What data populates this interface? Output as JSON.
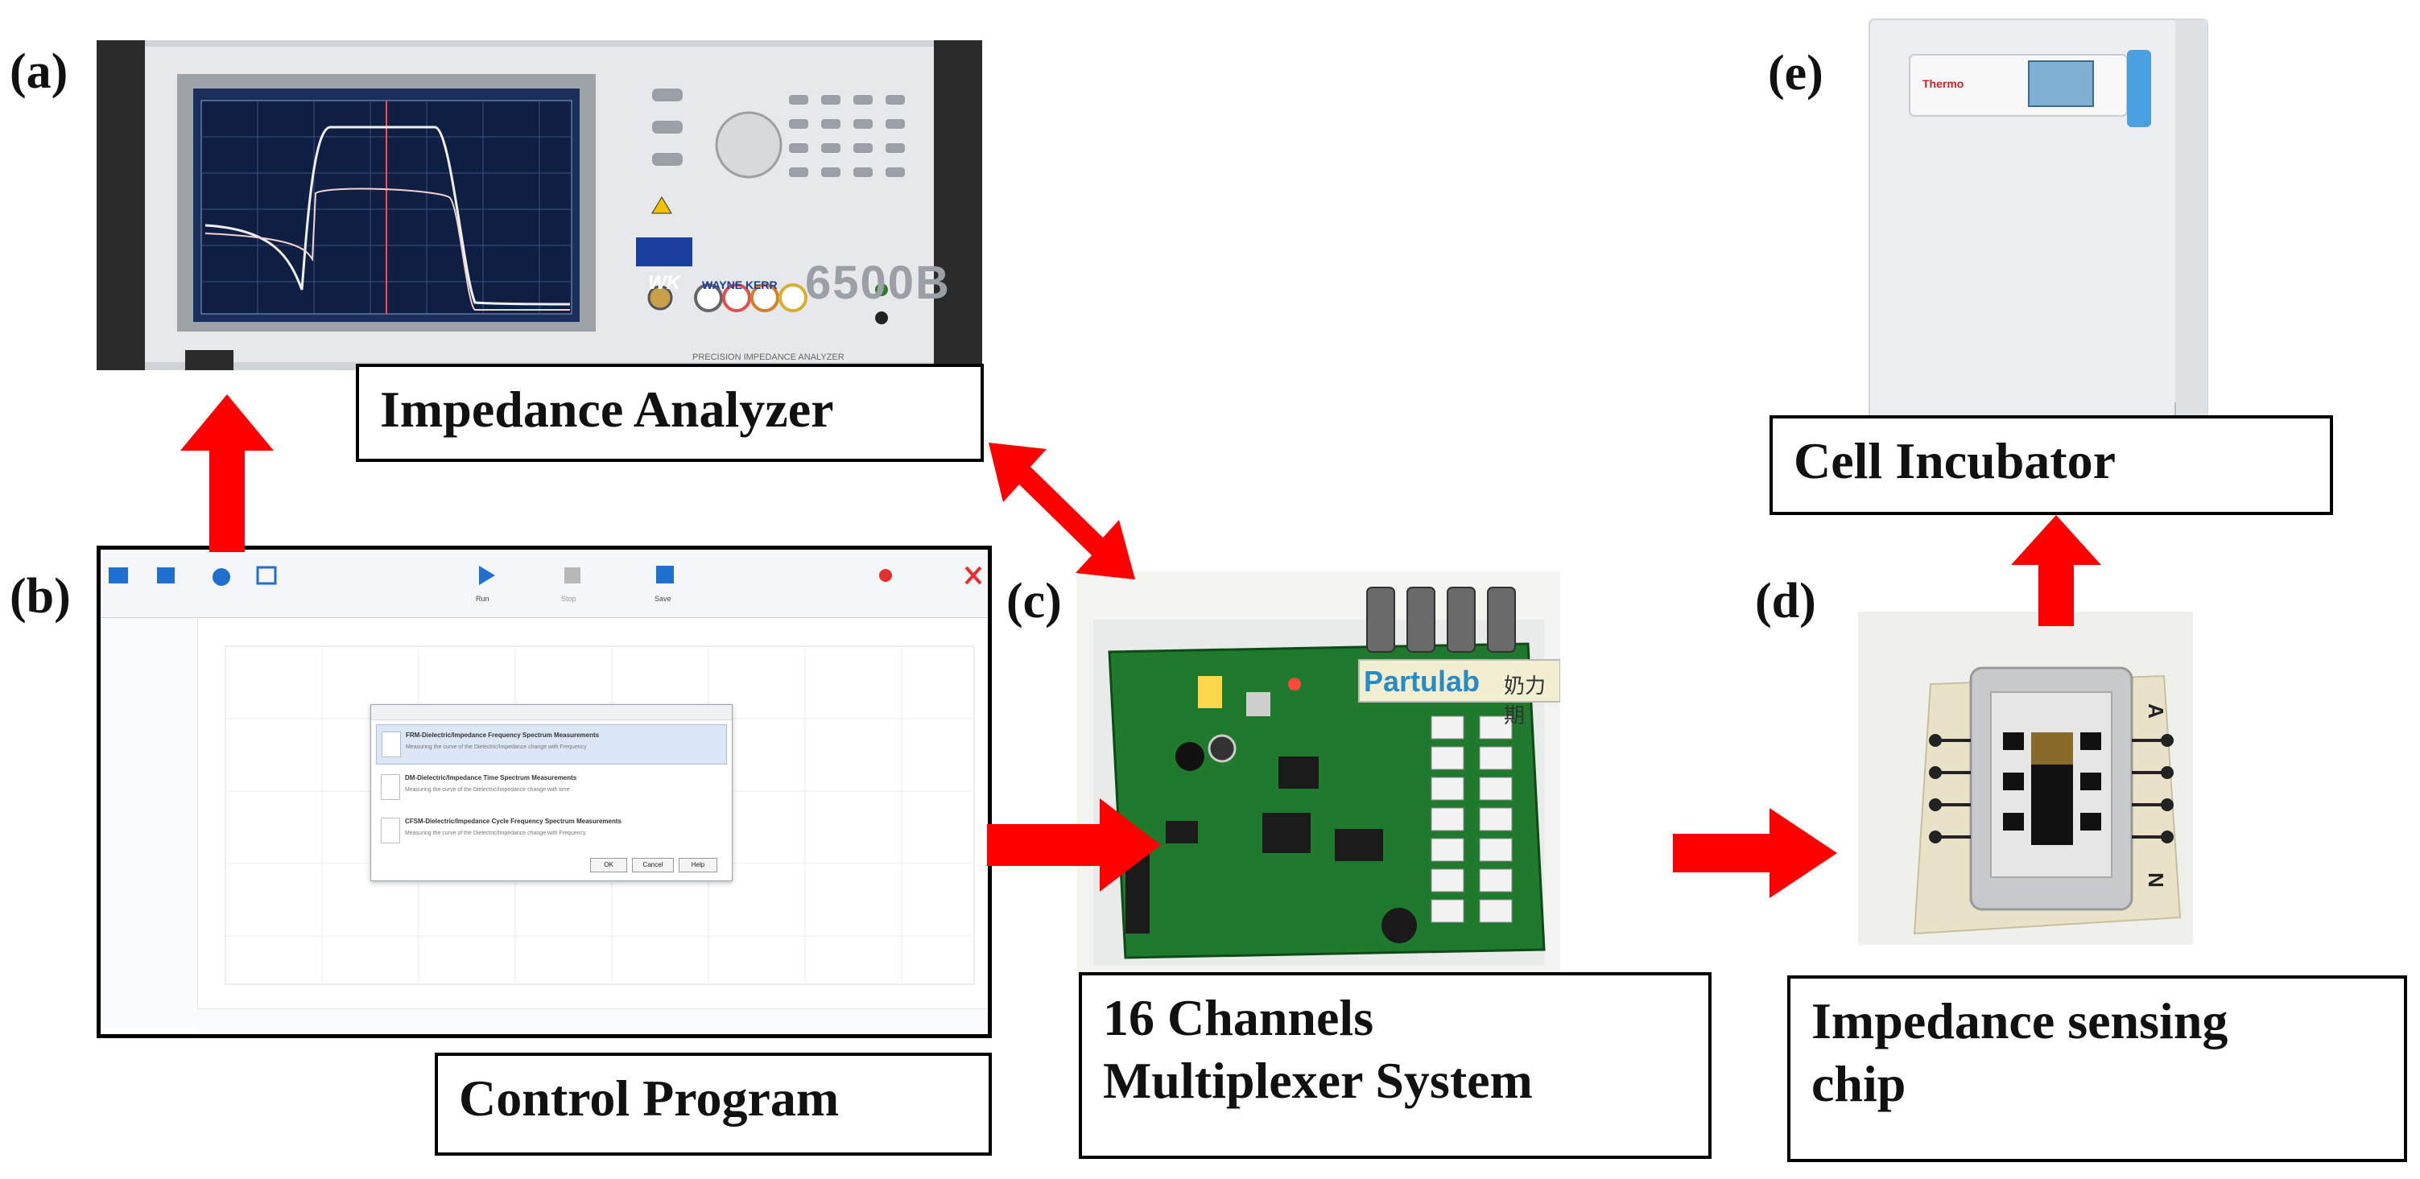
{
  "panels": {
    "a": {
      "label": "(a)",
      "caption": "Impedance Analyzer",
      "brand": "WAYNE KERR",
      "model": "6500B",
      "subtitle": "PRECISION IMPEDANCE ANALYZER",
      "logo": "WK"
    },
    "b": {
      "label": "(b)",
      "caption": "Control Program",
      "dialog": {
        "options": [
          {
            "title": "FRM-Dielectric/Impedance Frequency Spectrum Measurements",
            "desc": "Measuring the curve of the Dielectric/Impedance change with Frequency"
          },
          {
            "title": "DM-Dielectric/Impedance Time Spectrum Measurements",
            "desc": "Measuring the curve of the Dielectric/Impedance change with time"
          },
          {
            "title": "CFSM-Dielectric/Impedance Cycle Frequency Spectrum Measurements",
            "desc": "Measuring the curve of the Dielectric/Impedance change with Frequency"
          }
        ],
        "buttons": [
          "OK",
          "Cancel",
          "Help"
        ]
      },
      "toolbar": [
        "Run",
        "Stop",
        "Save"
      ]
    },
    "c": {
      "label": "(c)",
      "caption_line1": "16 Channels",
      "caption_line2": "Multiplexer System",
      "board_brand": "Partulab",
      "board_cn": "奶力期"
    },
    "d": {
      "label": "(d)",
      "caption_line1": "Impedance sensing",
      "caption_line2": "chip",
      "chip_mark_a": "A",
      "chip_mark_b": "N"
    },
    "e": {
      "label": "(e)",
      "caption": "Cell Incubator",
      "brand": "Thermo"
    }
  },
  "colors": {
    "arrow": "#ff0000",
    "board": "#1f7a2e",
    "screen": "#1a2e5a",
    "incubator": "#eceef0",
    "caption_border": "#000000"
  }
}
